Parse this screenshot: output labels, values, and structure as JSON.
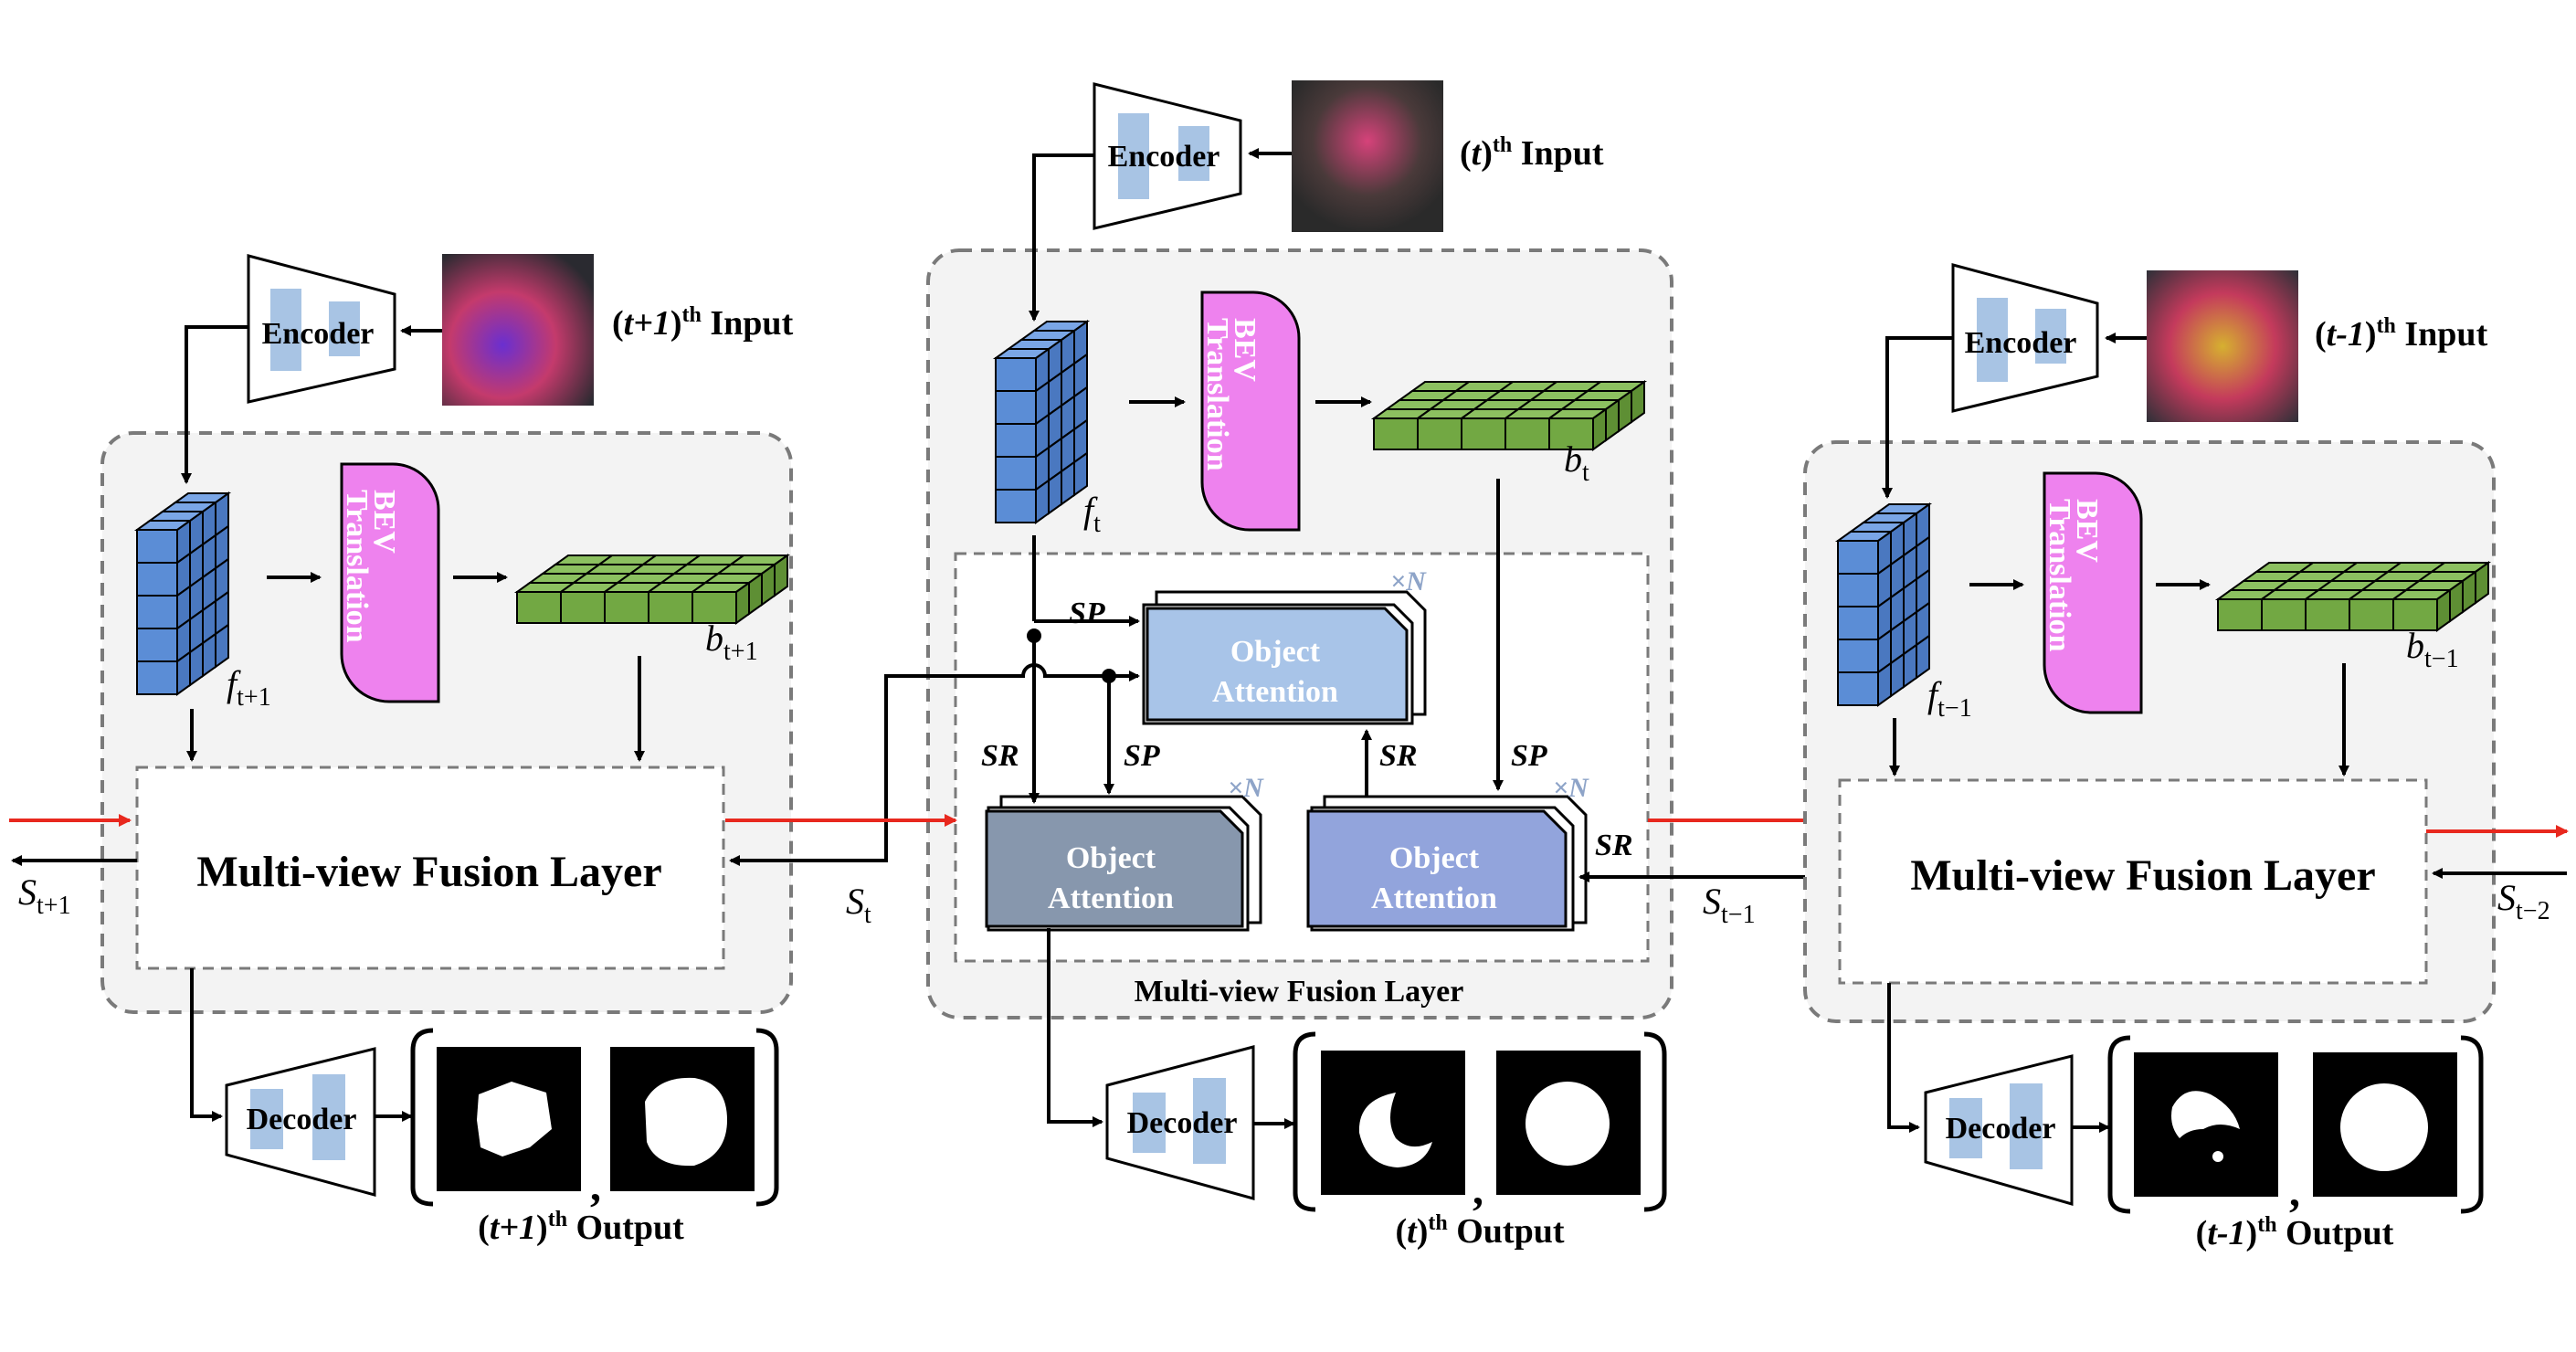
{
  "labels": {
    "encoder": "Encoder",
    "decoder": "Decoder",
    "bev_line1": "BEV",
    "bev_line2": "Translation",
    "fusion": "Multi-view Fusion Layer",
    "obj_line1": "Object",
    "obj_line2": "Attention",
    "sp": "SP",
    "sr": "SR",
    "times_n": "×N",
    "comma": ","
  },
  "columns": {
    "left": {
      "idx": "t+1",
      "input_word": "Input",
      "output_word": "Output",
      "sup": "th",
      "f_sub": "t+1",
      "b_sub": "t+1",
      "s_out": "t+1",
      "s_in": "t"
    },
    "middle": {
      "idx": "t",
      "input_word": "Input",
      "output_word": "Output",
      "sup": "th",
      "f_sub": "t",
      "b_sub": "t",
      "s_out": "t",
      "s_in": "t−1"
    },
    "right": {
      "idx": "t-1",
      "input_word": "Input",
      "output_word": "Output",
      "sup": "th",
      "f_sub": "t−1",
      "b_sub": "t−1",
      "s_out": "t−1",
      "s_in": "t−2"
    }
  },
  "colors": {
    "feature_cube": "#5b8dd6",
    "bev_box": "#ee82ee",
    "bev_grid": "#72a843",
    "encoder_bars": "#a8c4e4",
    "attention_light": "#a8c4e8",
    "attention_dark": "#8797ad",
    "attention_mid": "#92a4dc",
    "red_arrow": "#e8281e",
    "panel_bg": "#f3f3f3"
  }
}
